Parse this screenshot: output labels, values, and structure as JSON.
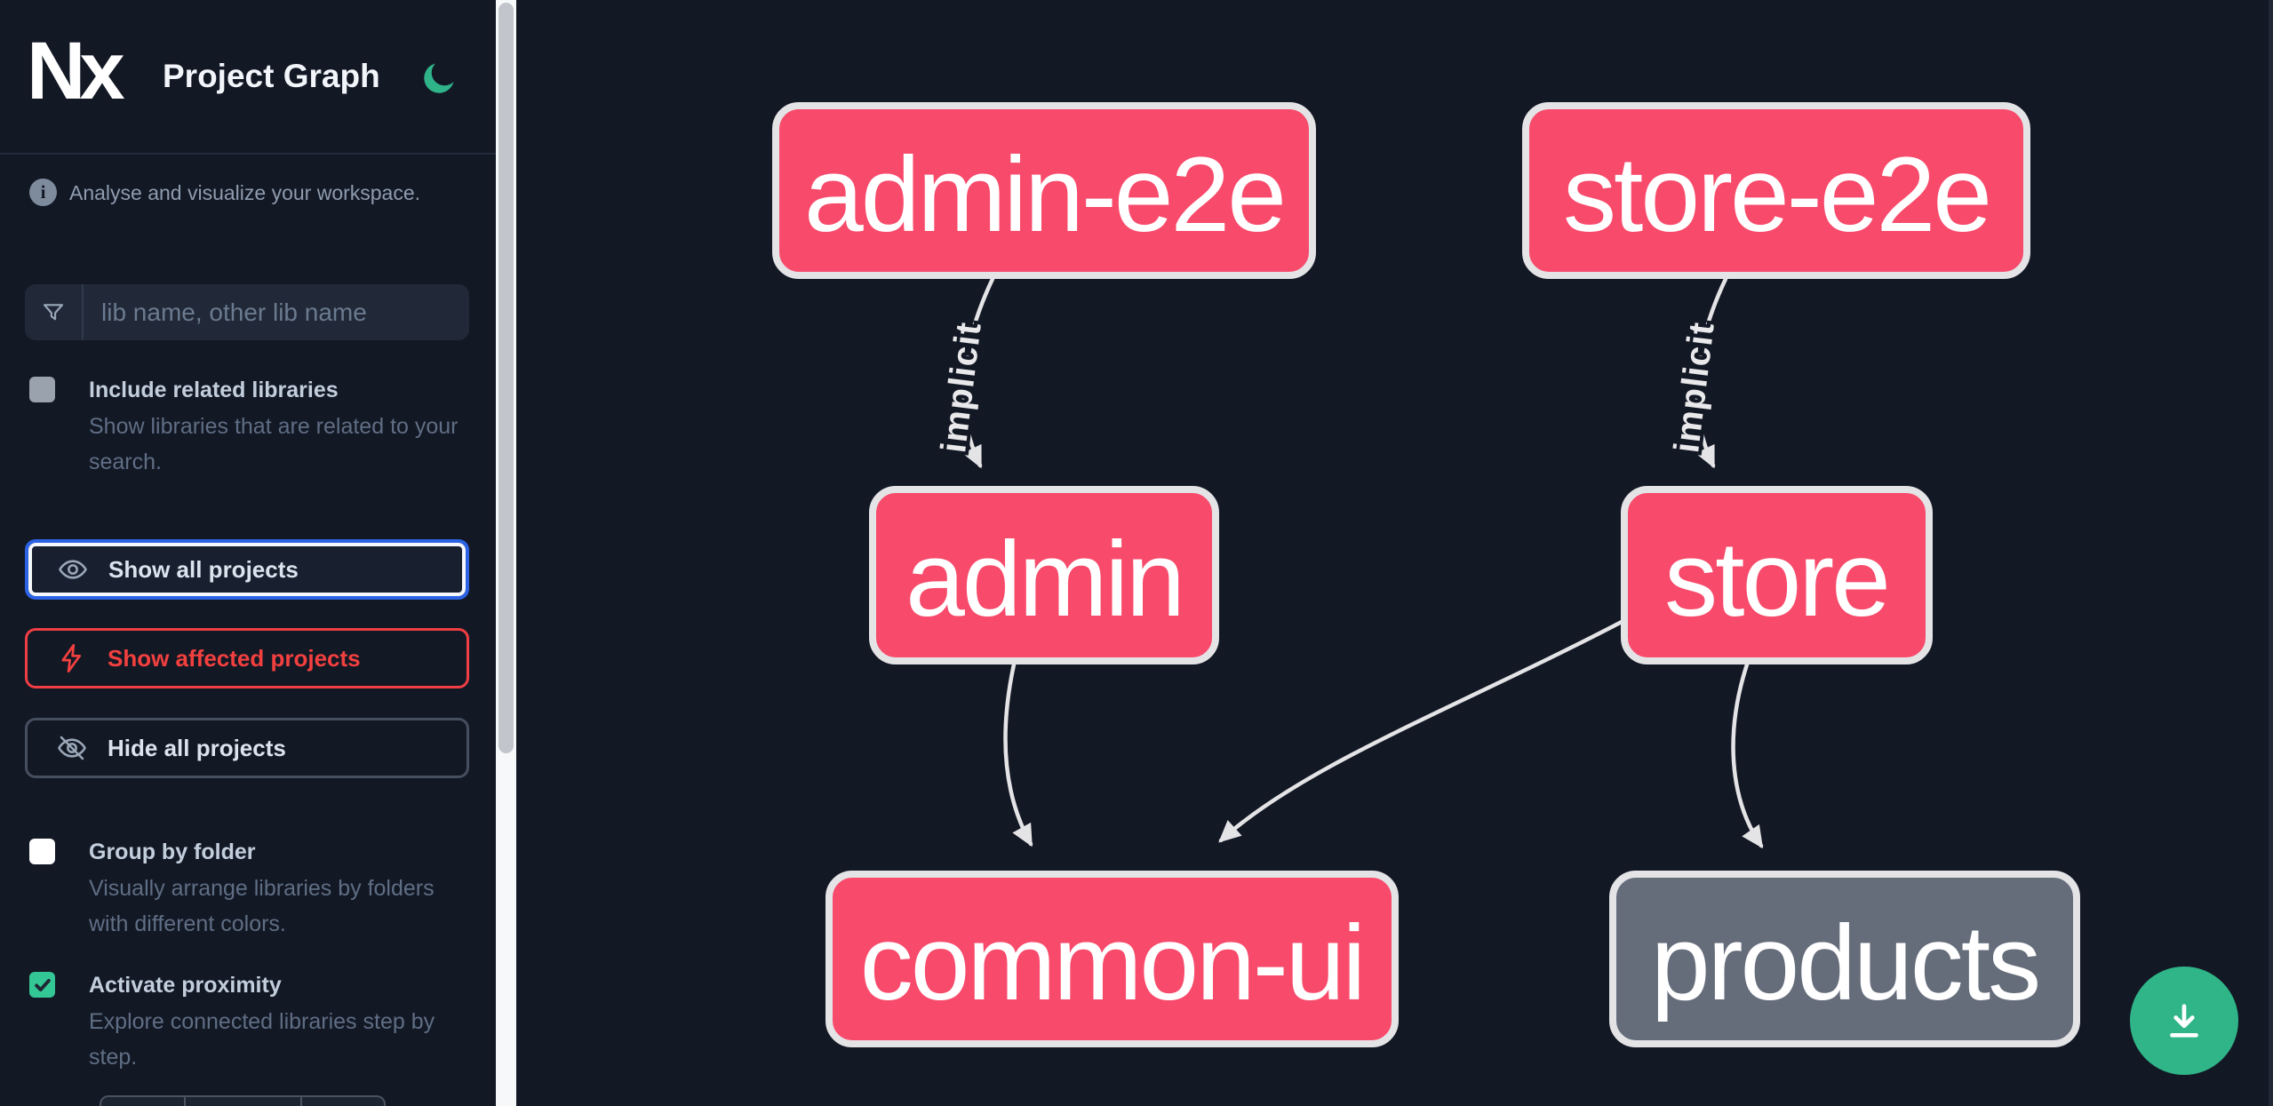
{
  "header": {
    "logo_text": "Nx",
    "title": "Project Graph"
  },
  "sidebar": {
    "tagline": "Analyse and visualize your workspace.",
    "search_placeholder": "lib name, other lib name",
    "include_related": {
      "label": "Include related libraries",
      "description": "Show libraries that are related to your search.",
      "checked": false
    },
    "actions": {
      "show_all": "Show all projects",
      "show_affected": "Show affected projects",
      "hide_all": "Hide all projects"
    },
    "group_by_folder": {
      "label": "Group by folder",
      "description": "Visually arrange libraries by folders with different colors.",
      "checked": false
    },
    "activate_proximity": {
      "label": "Activate proximity",
      "description": "Explore connected libraries step by step.",
      "checked": true
    }
  },
  "graph": {
    "nodes": [
      {
        "id": "admin-e2e",
        "label": "admin-e2e",
        "style": "affected"
      },
      {
        "id": "store-e2e",
        "label": "store-e2e",
        "style": "affected"
      },
      {
        "id": "admin",
        "label": "admin",
        "style": "affected"
      },
      {
        "id": "store",
        "label": "store",
        "style": "affected"
      },
      {
        "id": "common-ui",
        "label": "common-ui",
        "style": "affected"
      },
      {
        "id": "products",
        "label": "products",
        "style": "default"
      }
    ],
    "edges": [
      {
        "source": "admin-e2e",
        "target": "admin",
        "label": "implicit"
      },
      {
        "source": "store-e2e",
        "target": "store",
        "label": "implicit"
      },
      {
        "source": "admin",
        "target": "common-ui",
        "label": ""
      },
      {
        "source": "store",
        "target": "common-ui",
        "label": ""
      },
      {
        "source": "store",
        "target": "products",
        "label": ""
      }
    ]
  },
  "colors": {
    "background": "#131825",
    "node_affected": "#f84a6b",
    "node_default": "#656c7a",
    "node_border": "#e4e4e6",
    "edge": "#e4e4e6",
    "accent_green": "#2fb588",
    "checkbox_green": "#34c796",
    "focus_blue": "#2c63e4",
    "affected_red": "#ef3e44"
  }
}
